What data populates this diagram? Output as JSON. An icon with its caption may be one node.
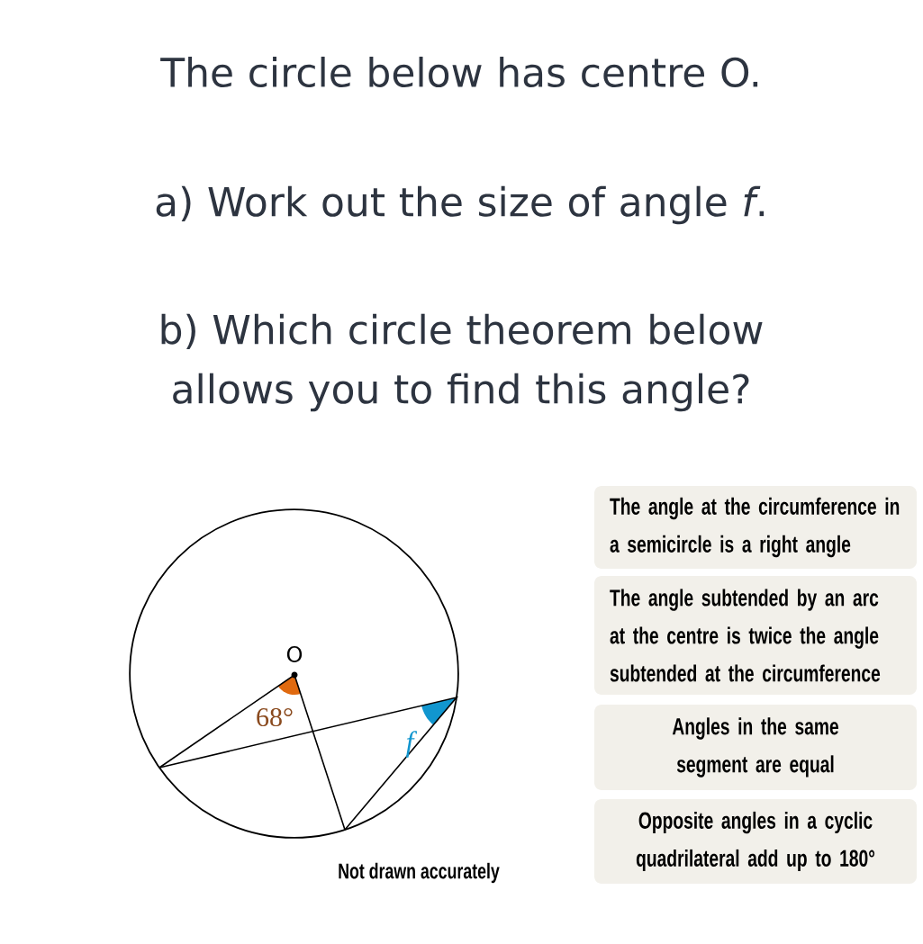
{
  "diagram": {
    "nodes": [
      {
        "text": [
          "The angle at the circumference in a semicircle is a right angle"
        ]
      },
      {
        "text": [
          "The angle subtended by an arc at the centre is twice the angle subtended at the circumference"
        ]
      },
      {
        "text": [
          "Angles in the same segment are equal"
        ]
      },
      {
        "text": [
          "Opposite angles in a cyclic quadrilateral add up to 180°"
        ]
      }
    ],
    "edges": [],
    "labels": [
      "The circle below has centre O.",
      "a) Work out the size of angle *f*.",
      "b) Which circle theorem below allows you to find this angle?",
      "O",
      "68°",
      "f",
      "Not drawn accurately"
    ]
  }
}
